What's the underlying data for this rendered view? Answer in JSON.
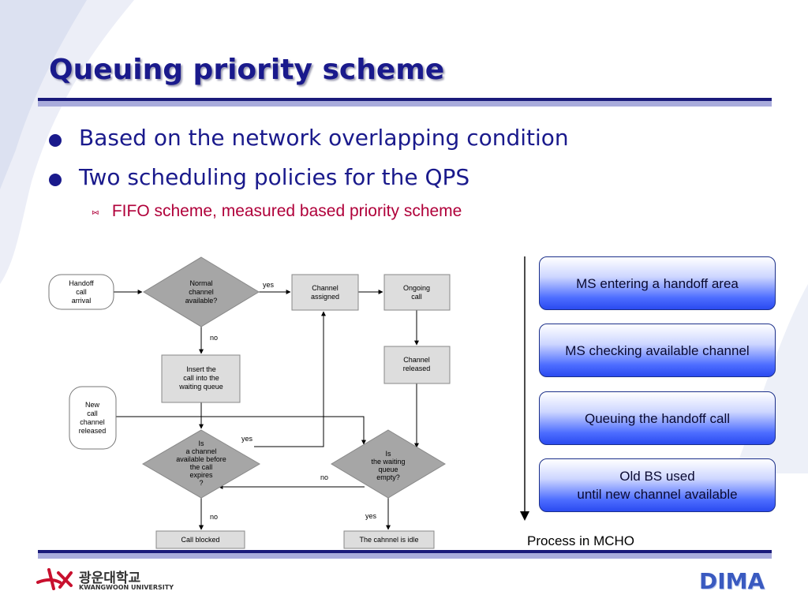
{
  "slide": {
    "title": "Queuing priority scheme",
    "bullets": [
      "Based on the network overlapping condition",
      "Two scheduling policies for the QPS"
    ],
    "sub_bullet": "FIFO scheme, measured based priority scheme",
    "sub_bullet_mark": "⑅"
  },
  "flowchart": {
    "handoff_arrival": [
      "Handoff",
      "call",
      "arrival"
    ],
    "normal_channel": [
      "Normal",
      "channel",
      "available?"
    ],
    "channel_assigned": [
      "Channel",
      "assigned"
    ],
    "ongoing_call": [
      "Ongoing",
      "call"
    ],
    "channel_released": [
      "Channel",
      "released"
    ],
    "insert_queue": [
      "Insert the",
      "call into the",
      "waiting queue"
    ],
    "new_call_released": [
      "New",
      "call",
      "channel",
      "released"
    ],
    "is_channel_available": [
      "Is",
      "a channel",
      "available before",
      "the call",
      "expires",
      "?"
    ],
    "is_queue_empty": [
      "Is",
      "the waiting",
      "queue",
      "empty?"
    ],
    "call_blocked": "Call blocked",
    "channel_idle": "The cahnnel is idle",
    "yes": "yes",
    "no": "no"
  },
  "process": {
    "steps": [
      "MS entering a handoff area",
      "MS checking available channel",
      "Queuing the handoff call",
      "Old BS used\nuntil new channel available"
    ],
    "label": "Process in MCHO"
  },
  "footer": {
    "university_kr": "광운대학교",
    "university_en": "KWANGWOON UNIVERSITY",
    "brand": "DIMA"
  }
}
